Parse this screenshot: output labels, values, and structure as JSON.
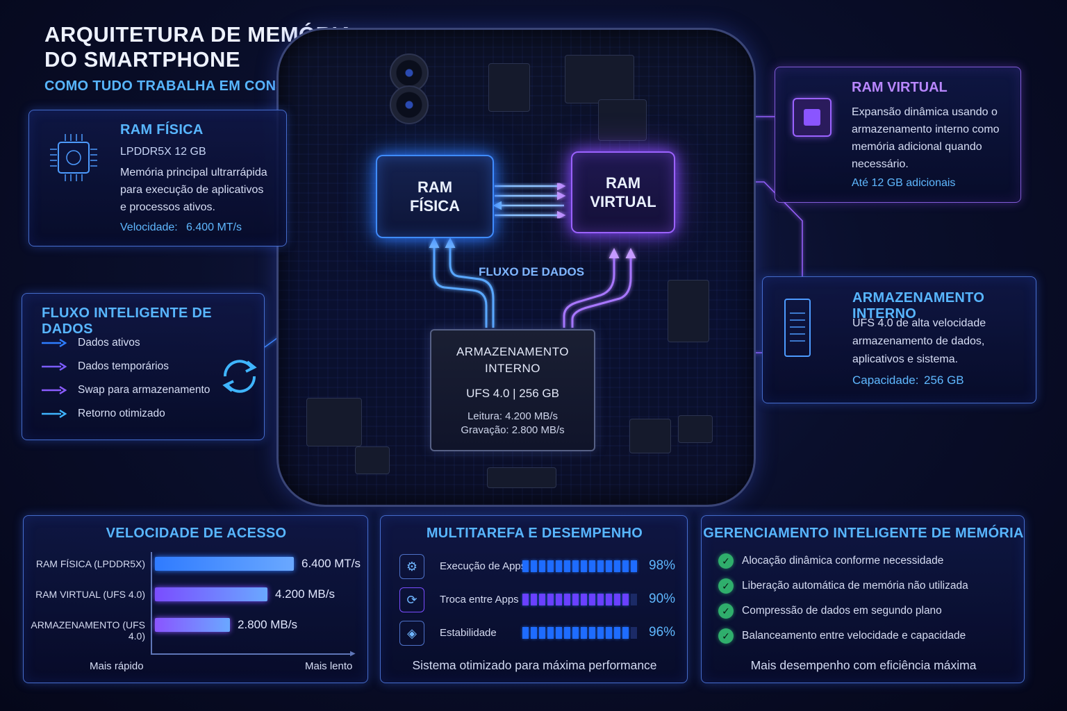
{
  "title": {
    "line1": "ARQUITETURA DE MEMÓRIA",
    "line2": "DO SMARTPHONE",
    "subtitle": "COMO TUDO TRABALHA EM CONJUNTO"
  },
  "colors": {
    "blue": "#3f8cff",
    "violet": "#9b62ff",
    "cyan": "#5fb8ff",
    "green": "#2fae6c"
  },
  "ram_fisica": {
    "title": "RAM FÍSICA",
    "model": "LPDDR5X 12 GB",
    "desc": [
      "Memória principal ultrarrápida",
      "para execução de aplicativos",
      "e processos ativos."
    ],
    "speed_label": "Velocidade:",
    "speed_value": "6.400 MT/s",
    "icon": "chip-icon"
  },
  "ram_virtual": {
    "title": "RAM VIRTUAL",
    "desc": [
      "Expansão dinâmica usando o",
      "armazenamento interno como",
      "memória adicional quando",
      "necessário."
    ],
    "extra": "Até 12 GB adicionais",
    "icon": "chip-icon"
  },
  "armazenamento": {
    "title": "ARMAZENAMENTO INTERNO",
    "desc": [
      "UFS 4.0 de alta velocidade",
      "armazenamento de dados,",
      "aplicativos e sistema."
    ],
    "cap_label": "Capacidade:",
    "cap_value": "256 GB",
    "icon": "document-icon"
  },
  "fluxo": {
    "title": "FLUXO INTELIGENTE DE DADOS",
    "items": [
      {
        "label": "Dados ativos",
        "color": "#2e7dff"
      },
      {
        "label": "Dados temporários",
        "color": "#7b5cff"
      },
      {
        "label": "Swap para armazenamento",
        "color": "#8b5cff"
      },
      {
        "label": "Retorno otimizado",
        "color": "#3fb5ff"
      }
    ],
    "icon": "refresh-icon"
  },
  "diagram": {
    "chip_ram": [
      "RAM",
      "FÍSICA"
    ],
    "chip_vram": [
      "RAM",
      "VIRTUAL"
    ],
    "chip_storage": {
      "name1": "ARMAZENAMENTO",
      "name2": "INTERNO",
      "spec": "UFS 4.0 | 256 GB",
      "read": "Leitura:  4.200 MB/s",
      "write": "Gravação: 2.800 MB/s"
    },
    "flow_label": "FLUXO DE DADOS"
  },
  "velocidade": {
    "title": "VELOCIDADE DE ACESSO",
    "rows": [
      {
        "label": "RAM FÍSICA (LPDDR5X)",
        "value": "6.400 MT/s",
        "level": 1.0,
        "color": "#2f7bff"
      },
      {
        "label": "RAM VIRTUAL (UFS 4.0)",
        "value": "4.200 MB/s",
        "level": 0.81,
        "color": "#7a4dff"
      },
      {
        "label": "ARMAZENAMENTO (UFS 4.0)",
        "value": "2.800 MB/s",
        "level": 0.54,
        "color": "#8a55ff"
      }
    ],
    "axis_left": "Mais rápido",
    "axis_right": "Mais lento"
  },
  "multitarefa": {
    "title": "MULTITAREFA E DESEMPENHO",
    "rows": [
      {
        "label": "Execução de Apps",
        "pct": "98%",
        "fraction": 0.98,
        "color": "#1e6cff",
        "icon": "gear-icon"
      },
      {
        "label": "Troca entre Apps",
        "pct": "90%",
        "fraction": 0.9,
        "color": "#6a40ff",
        "icon": "switch-icon"
      },
      {
        "label": "Estabilidade",
        "pct": "96%",
        "fraction": 0.96,
        "color": "#1e6cff",
        "icon": "shield-icon"
      }
    ],
    "footer": "Sistema otimizado para máxima performance"
  },
  "gerenciamento": {
    "title": "GERENCIAMENTO INTELIGENTE DE MEMÓRIA",
    "items": [
      "Alocação dinâmica conforme necessidade",
      "Liberação automática de memória não utilizada",
      "Compressão de dados em segundo plano",
      "Balanceamento entre velocidade e capacidade"
    ],
    "footer": "Mais desempenho com eficiência máxima"
  }
}
